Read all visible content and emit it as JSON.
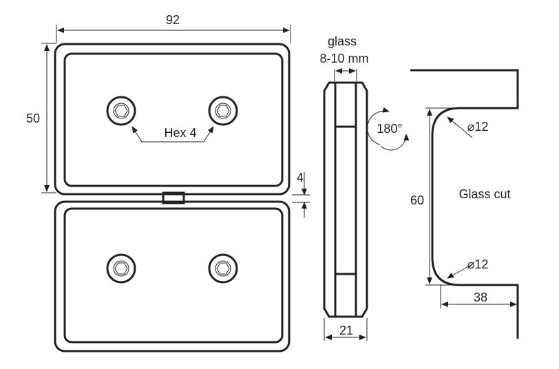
{
  "labels": {
    "width_92": "92",
    "height_50": "50",
    "hex": "Hex 4",
    "gap_4": "4",
    "glass": "glass",
    "glass_thickness": "8-10 mm",
    "rotation": "180°",
    "depth_21": "21",
    "cut_height_60": "60",
    "cut_label": "Glass cut",
    "radius_top": "⌀12",
    "radius_bottom": "⌀12",
    "cut_width_38": "38"
  }
}
